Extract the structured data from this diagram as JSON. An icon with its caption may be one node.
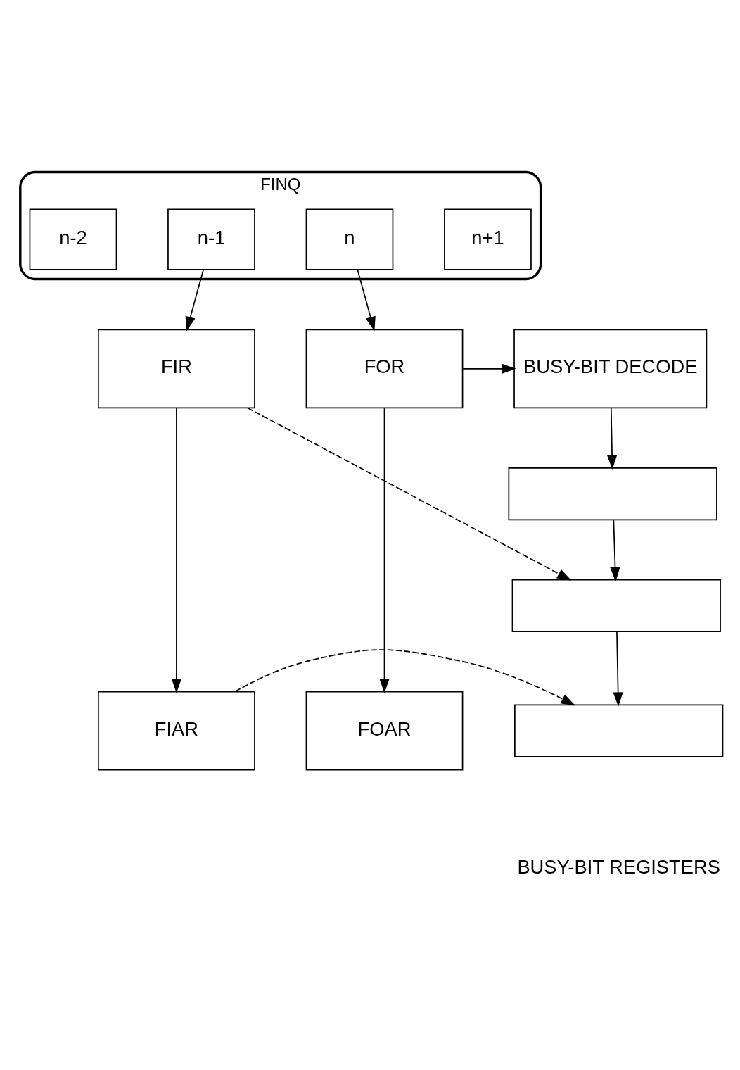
{
  "diagram": {
    "nodes": [
      {
        "text": [
          "FINQ"
        ]
      },
      {
        "text": [
          "n-2"
        ],
        "in": 0
      },
      {
        "text": [
          "n-1"
        ],
        "in": 0
      },
      {
        "text": [
          "n"
        ],
        "in": 0
      },
      {
        "text": [
          "n+1"
        ],
        "in": 0
      },
      {
        "text": [
          "FIR"
        ]
      },
      {
        "text": [
          "BUSY-BIT DECODE"
        ]
      },
      {
        "text": [
          "FOR"
        ]
      },
      {
        "text": [],
        "shape": "box"
      },
      {
        "text": [],
        "shape": "box"
      },
      {
        "text": [
          "FIAR"
        ]
      },
      {
        "text": [],
        "shape": "box"
      },
      {
        "text": [
          "FOAR"
        ]
      }
    ],
    "edges": [
      {
        "from": 2,
        "to": 5,
        "arrow": "to"
      },
      {
        "from": 3,
        "to": 7,
        "arrow": "to"
      },
      {
        "from": 7,
        "to": 6,
        "arrow": "to"
      },
      {
        "from": 6,
        "to": 8,
        "arrow": "to"
      },
      {
        "from": 8,
        "to": 9,
        "arrow": "to"
      },
      {
        "from": 9,
        "to": 11,
        "arrow": "to"
      },
      {
        "from": 5,
        "to": 10,
        "arrow": "to"
      },
      {
        "from": 7,
        "to": 12,
        "arrow": "to"
      },
      {
        "from": 5,
        "to": 9,
        "arrow": "to",
        "style": "dashed"
      },
      {
        "from": 10,
        "to": 11,
        "arrow": "to",
        "style": "dashed"
      }
    ],
    "labels": [
      "BUSY-BIT REGISTERS"
    ]
  }
}
